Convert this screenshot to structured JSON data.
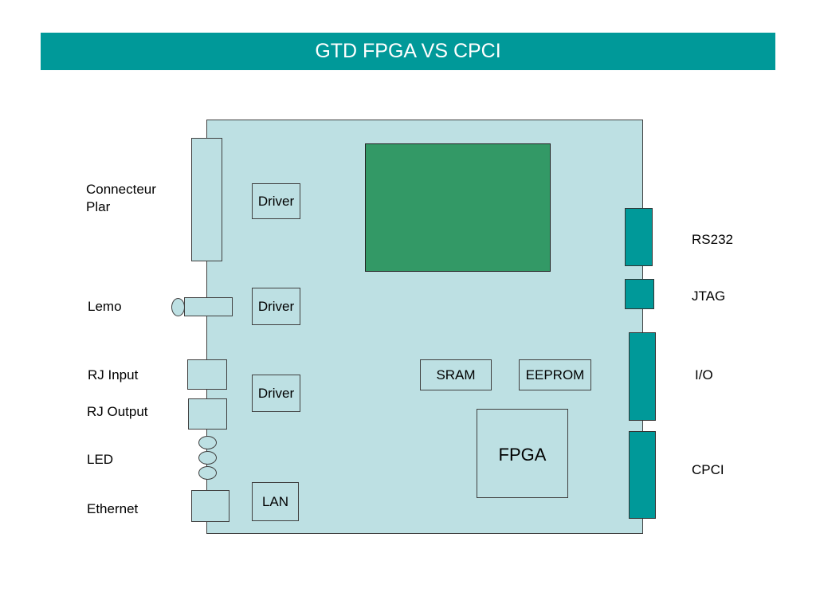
{
  "slide": {
    "title": "GTD FPGA VS CPCI"
  },
  "left_labels": {
    "connecteur": "Connecteur\nPlar",
    "lemo": "Lemo",
    "rj_input": "RJ Input",
    "rj_output": "RJ Output",
    "led": "LED",
    "ethernet": "Ethernet"
  },
  "right_labels": {
    "rs232": "RS232",
    "jtag": "JTAG",
    "io": "I/O",
    "cpci": "CPCI"
  },
  "components": {
    "driver1": "Driver",
    "driver2": "Driver",
    "driver3": "Driver",
    "lan": "LAN",
    "sram": "SRAM",
    "eeprom": "EEPROM",
    "fpga": "FPGA"
  },
  "colors": {
    "title_bar": "#009999",
    "board": "#bde0e3",
    "connector_teal": "#009999",
    "green_block": "#339966"
  }
}
